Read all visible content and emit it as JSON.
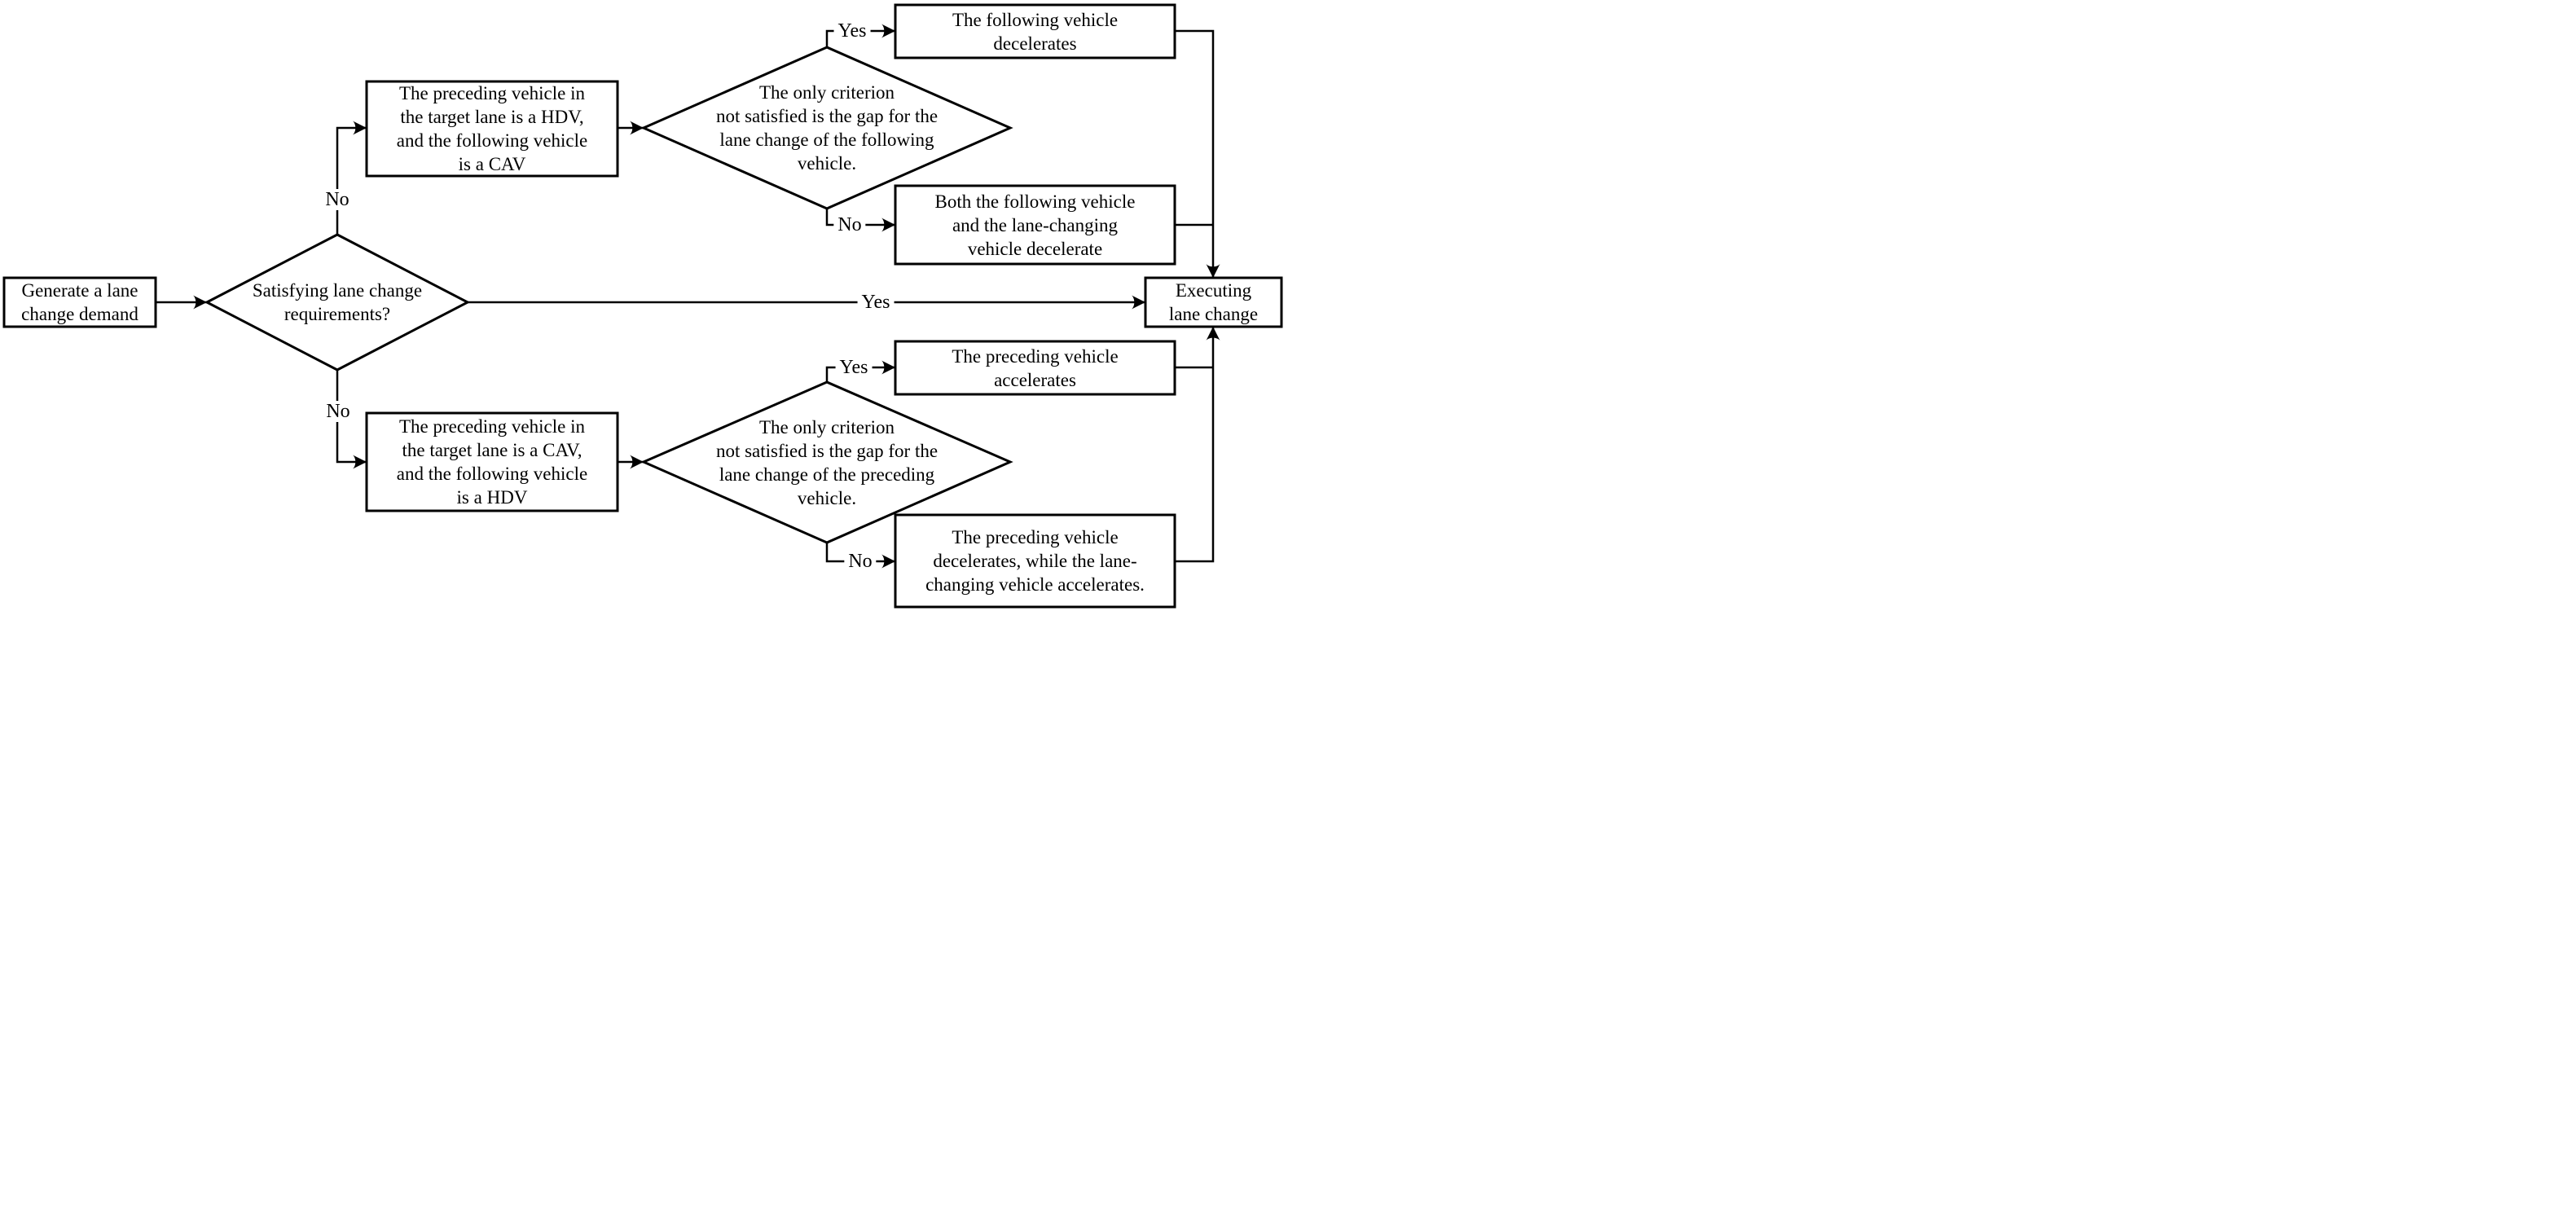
{
  "figure": {
    "type": "flowchart",
    "background_color": "#ffffff",
    "line_color": "#000000"
  },
  "nodes": {
    "generate_demand": {
      "shape": "rect",
      "lines": [
        "Generate a lane",
        "change demand"
      ]
    },
    "satisfy_requirements": {
      "shape": "diamond",
      "lines": [
        "Satisfying lane change",
        "requirements?"
      ]
    },
    "preceding_hdv_following_cav": {
      "shape": "rect",
      "lines": [
        "The preceding vehicle in",
        "the target lane is a HDV,",
        "and the following vehicle",
        "is a CAV"
      ]
    },
    "gap_following_criterion": {
      "shape": "diamond",
      "lines": [
        "The only criterion",
        "not satisfied is the gap for the",
        "lane change of the following",
        "vehicle."
      ]
    },
    "following_decelerates": {
      "shape": "rect",
      "lines": [
        "The following vehicle",
        "decelerates"
      ]
    },
    "both_decelerate": {
      "shape": "rect",
      "lines": [
        "Both the following vehicle",
        "and the lane-changing",
        "vehicle decelerate"
      ]
    },
    "executing_lane_change": {
      "shape": "rect",
      "lines": [
        "Executing",
        "lane change"
      ]
    },
    "preceding_cav_following_hdv": {
      "shape": "rect",
      "lines": [
        "The preceding vehicle in",
        "the target lane is a CAV,",
        "and the following vehicle",
        "is a HDV"
      ]
    },
    "gap_preceding_criterion": {
      "shape": "diamond",
      "lines": [
        "The only criterion",
        "not satisfied is the gap for the",
        "lane change of the preceding",
        "vehicle."
      ]
    },
    "preceding_accelerates": {
      "shape": "rect",
      "lines": [
        "The preceding vehicle",
        "accelerates"
      ]
    },
    "preceding_decel_changer_accel": {
      "shape": "rect",
      "lines": [
        "The preceding vehicle",
        "decelerates, while the lane-",
        "changing vehicle accelerates."
      ]
    }
  },
  "edge_labels": {
    "central_no_up": "No",
    "central_yes": "Yes",
    "central_no_down": "No",
    "top_diamond_yes": "Yes",
    "top_diamond_no": "No",
    "bottom_diamond_yes": "Yes",
    "bottom_diamond_no": "No"
  }
}
